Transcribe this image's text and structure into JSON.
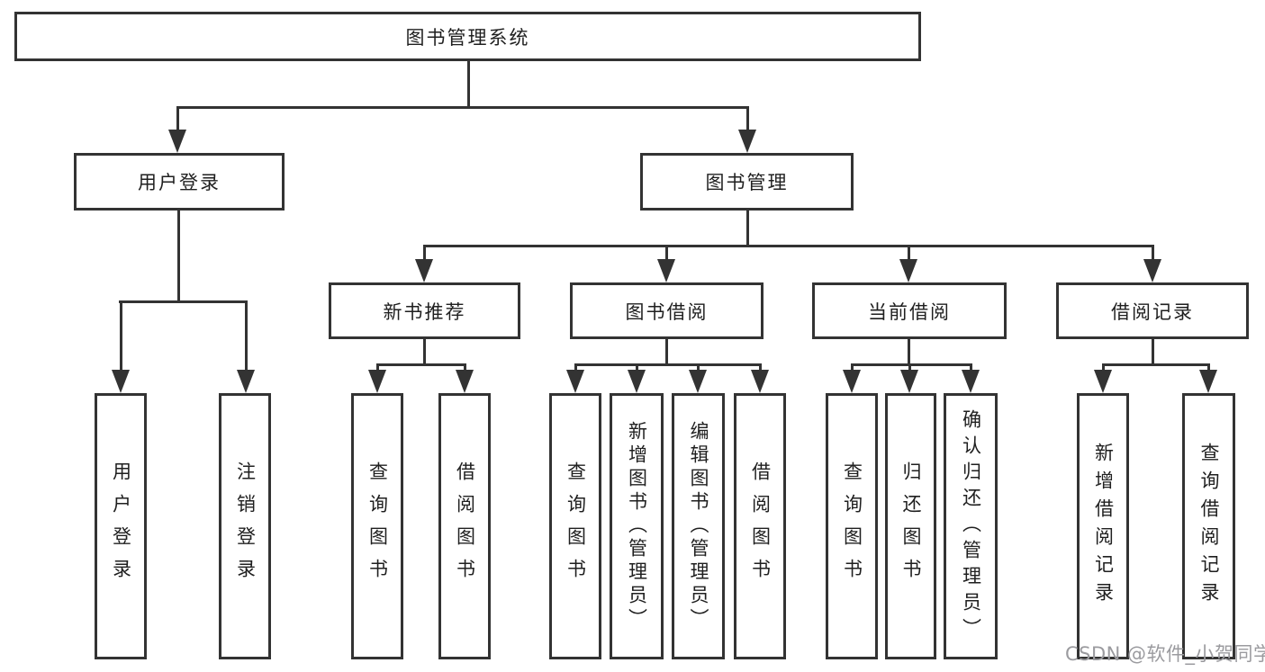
{
  "diagram": {
    "root": {
      "label": "图书管理系统"
    },
    "level2": [
      {
        "label": "用户登录"
      },
      {
        "label": "图书管理"
      }
    ],
    "level3": [
      {
        "label": "新书推荐",
        "parent": "图书管理"
      },
      {
        "label": "图书借阅",
        "parent": "图书管理"
      },
      {
        "label": "当前借阅",
        "parent": "图书管理"
      },
      {
        "label": "借阅记录",
        "parent": "图书管理"
      }
    ],
    "leaves": [
      {
        "label": "用户登录",
        "parent": "用户登录"
      },
      {
        "label": "注销登录",
        "parent": "用户登录"
      },
      {
        "label": "查询图书",
        "parent": "新书推荐"
      },
      {
        "label": "借阅图书",
        "parent": "新书推荐"
      },
      {
        "label": "查询图书",
        "parent": "图书借阅"
      },
      {
        "label": "新增图书（管理员）",
        "parent": "图书借阅"
      },
      {
        "label": "编辑图书（管理员）",
        "parent": "图书借阅"
      },
      {
        "label": "借阅图书",
        "parent": "图书借阅"
      },
      {
        "label": "查询图书",
        "parent": "当前借阅"
      },
      {
        "label": "归还图书",
        "parent": "当前借阅"
      },
      {
        "label": "确认归还（管理员）",
        "parent": "当前借阅"
      },
      {
        "label": "新增借阅记录",
        "parent": "借阅记录"
      },
      {
        "label": "查询借阅记录",
        "parent": "借阅记录"
      }
    ],
    "watermark": {
      "text": "CSDN @软件_小贺同学"
    },
    "colors": {
      "line": "#333333",
      "text": "#1f1f1f",
      "watermark": "#9b9b9f",
      "background": "#ffffff"
    }
  }
}
